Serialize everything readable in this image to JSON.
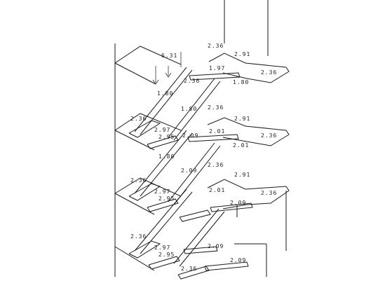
{
  "colors": {
    "background": "#ffffff",
    "line": "#1a1a1a"
  },
  "drawing": {
    "type": "isometric staircase reinforcement diagram",
    "levels": 4,
    "dimensions": [
      {
        "id": "d1",
        "text": "2.36"
      },
      {
        "id": "d2",
        "text": "2.91"
      },
      {
        "id": "d3",
        "text": "2.36"
      },
      {
        "id": "d4",
        "text": "1.97"
      },
      {
        "id": "d5",
        "text": "1.80"
      },
      {
        "id": "d6",
        "text": "1.80"
      },
      {
        "id": "d7",
        "text": "2.36"
      },
      {
        "id": "d8",
        "text": "6.31"
      },
      {
        "id": "d9",
        "text": "1.80"
      },
      {
        "id": "d10",
        "text": "2.36"
      },
      {
        "id": "d11",
        "text": "2.97"
      },
      {
        "id": "d12",
        "text": "2.95"
      },
      {
        "id": "d13",
        "text": "2.09"
      },
      {
        "id": "d14",
        "text": "2.36"
      },
      {
        "id": "d15",
        "text": "2.91"
      },
      {
        "id": "d16",
        "text": "2.01"
      },
      {
        "id": "d17",
        "text": "2.36"
      },
      {
        "id": "d18",
        "text": "1.80"
      },
      {
        "id": "d19",
        "text": "2.01"
      },
      {
        "id": "d20",
        "text": "2.36"
      },
      {
        "id": "d21",
        "text": "2.97"
      },
      {
        "id": "d22",
        "text": "2.95"
      },
      {
        "id": "d23",
        "text": "2.09"
      },
      {
        "id": "d24",
        "text": "2.36"
      },
      {
        "id": "d25",
        "text": "2.91"
      },
      {
        "id": "d26",
        "text": "2.01"
      },
      {
        "id": "d27",
        "text": "2.36"
      },
      {
        "id": "d28",
        "text": "2.09"
      },
      {
        "id": "d29",
        "text": "2.36"
      },
      {
        "id": "d30",
        "text": "2.97"
      },
      {
        "id": "d31",
        "text": "2.95"
      },
      {
        "id": "d32",
        "text": "2.09"
      },
      {
        "id": "d33",
        "text": "2.36"
      },
      {
        "id": "d34",
        "text": "2.09"
      }
    ]
  }
}
